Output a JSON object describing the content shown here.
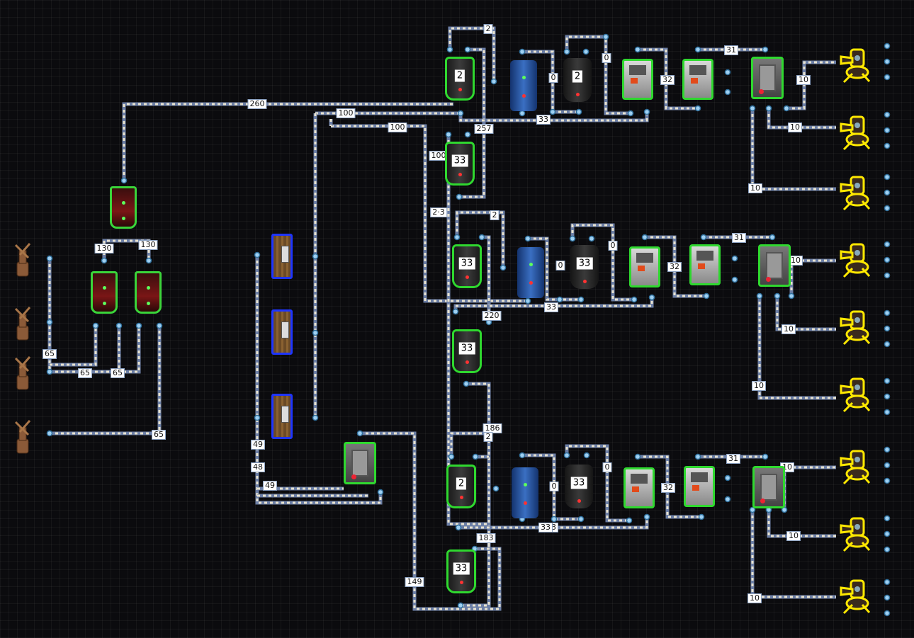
{
  "scene": "electrical circuit planner",
  "wire_labels": [
    "260",
    "100",
    "100",
    "257",
    "100",
    "2",
    "0",
    "0",
    "33",
    "32",
    "31",
    "10",
    "10",
    "10",
    "2·3",
    "2",
    "0",
    "0",
    "33",
    "32",
    "31",
    "10",
    "10",
    "10",
    "220",
    "33",
    "186",
    "2",
    "0",
    "0",
    "33",
    "32",
    "31",
    "10",
    "10",
    "10",
    "183",
    "33",
    "149",
    "130",
    "130",
    "65",
    "65",
    "65",
    "65",
    "49",
    "48",
    "49"
  ],
  "switch_values": [
    "2",
    "33",
    "2",
    "33",
    "33",
    "33",
    "2",
    "33",
    "33"
  ]
}
